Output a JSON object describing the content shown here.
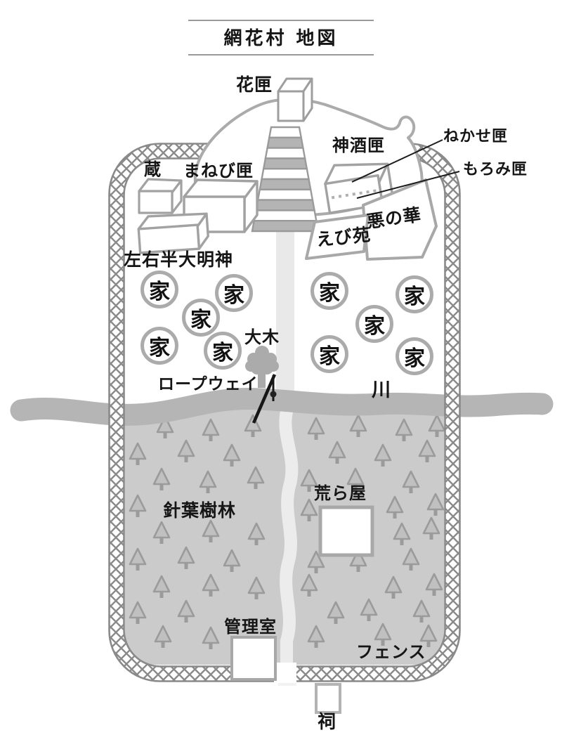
{
  "title": "網花村 地図",
  "summit": {
    "hanabako": "花匣"
  },
  "northwest": {
    "kura": "蔵",
    "manebibako": "まねび匣",
    "daimyojin": "左右半大明神"
  },
  "northeast": {
    "mikibako": "神酒匣",
    "nekasebako": "ねかせ匣",
    "moromibako": "もろみ匣",
    "ebien": "えび苑",
    "akunohana": "悪の華"
  },
  "center": {
    "house": "家",
    "house_count": 10,
    "taiboku": "大木",
    "ropeway": "ロープウェイ",
    "river": "川"
  },
  "south": {
    "forest": "針葉樹林",
    "abaraya": "荒ら屋",
    "kanrishitsu": "管理室",
    "fence": "フェンス",
    "hokora": "祠"
  },
  "colors": {
    "outline": "#a2a2a2",
    "fence": "#8a8a8a",
    "forest_bg": "#cbcbcb",
    "tree_fill": "#c0c0c0",
    "tree_stroke": "#9b9b9b",
    "river": "#b5b5b5",
    "path": "#ececec",
    "text": "#151515"
  }
}
